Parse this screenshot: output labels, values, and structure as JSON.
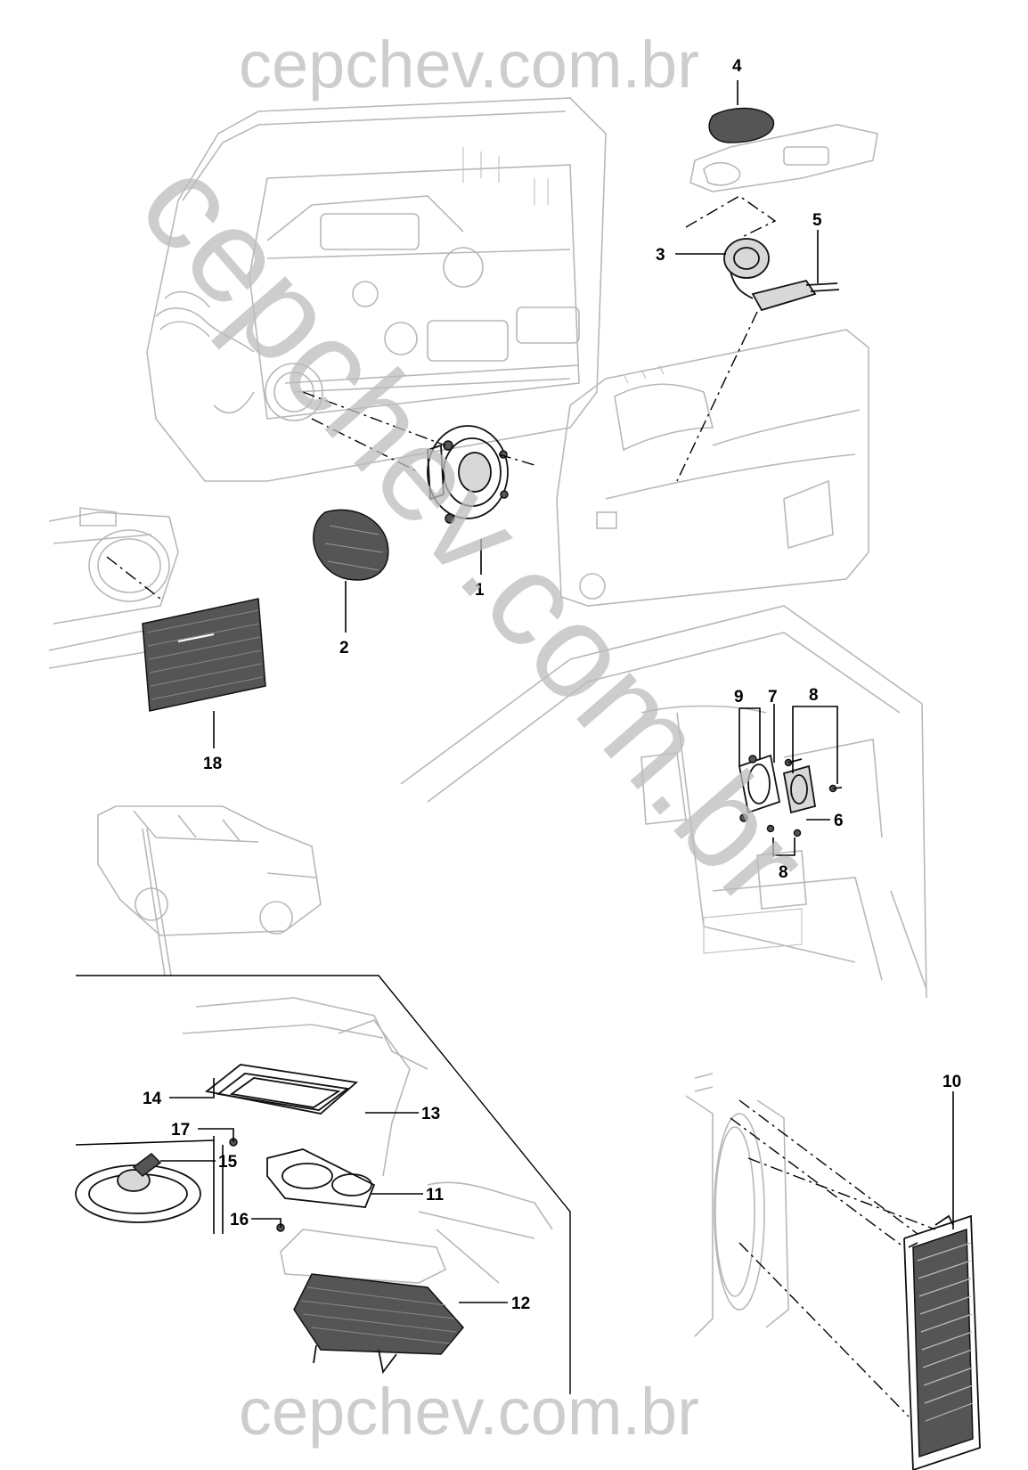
{
  "watermark": {
    "top_text": "cepchev.com.br",
    "bottom_text": "cepchev.com.br",
    "diagonal_text": "cepchev.com.br"
  },
  "callouts": {
    "c1": "1",
    "c2": "2",
    "c3": "3",
    "c4": "4",
    "c5": "5",
    "c6": "6",
    "c7": "7",
    "c8a": "8",
    "c8b": "8",
    "c9": "9",
    "c10": "10",
    "c11": "11",
    "c12": "12",
    "c13": "13",
    "c14": "14",
    "c15": "15",
    "c16": "16",
    "c17": "17",
    "c18": "18"
  },
  "colors": {
    "ink": "#000000",
    "ghost_lines": "#b8b8b8",
    "watermark": "#bdbdbd",
    "grille_fill": "#555555"
  }
}
